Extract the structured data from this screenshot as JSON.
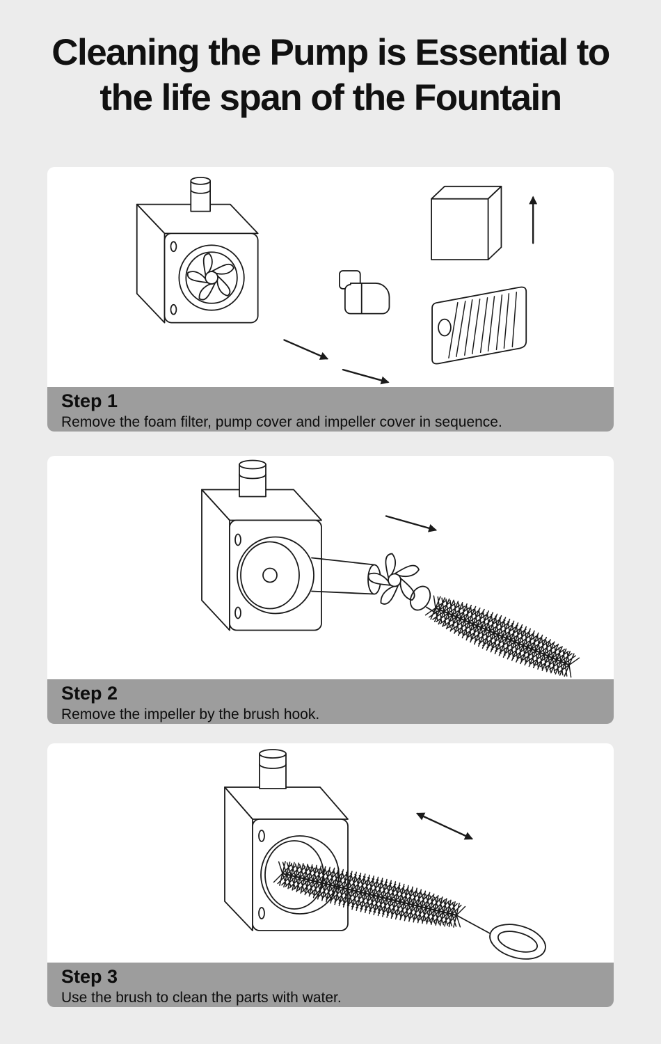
{
  "title": {
    "line1": "Cleaning the Pump is Essential to",
    "line2": "the life span of the Fountain"
  },
  "steps": [
    {
      "label": "Step 1",
      "description": "Remove the foam filter, pump cover and impeller cover in sequence."
    },
    {
      "label": "Step 2",
      "description": "Remove the impeller by the brush hook."
    },
    {
      "label": "Step 3",
      "description": "Use the brush to clean the parts with water."
    }
  ],
  "colors": {
    "page_background": "#ececec",
    "card_background": "#ffffff",
    "footer_background": "#9d9d9d",
    "line_art": "#1a1a1a",
    "text": "#111111"
  }
}
